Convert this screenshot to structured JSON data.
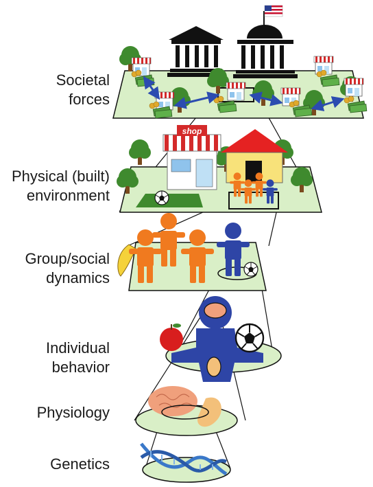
{
  "levels": [
    {
      "line1": "Societal",
      "line2": "forces"
    },
    {
      "line1": "Physical (built)",
      "line2": "environment"
    },
    {
      "line1": "Group/social",
      "line2": "dynamics"
    },
    {
      "line1": "Individual",
      "line2": "behavior"
    },
    {
      "line1": "Physiology"
    },
    {
      "line1": "Genetics"
    }
  ],
  "shop_sign": "shop",
  "colors": {
    "platform_fill": "#d9efc7",
    "platform_stroke": "#111111",
    "orange_person": "#f07a1f",
    "blue_person": "#2e45a6",
    "tree_green": "#3f8a2e",
    "trunk_brown": "#7a4a1e",
    "roof_red": "#e52222",
    "wall_yellow": "#f8e27a",
    "awning_red": "#d42a2a",
    "money_green": "#4f9a3c",
    "coin_gold": "#e0a92c",
    "brain_pink": "#f0a07c",
    "dna_blue": "#3a78c9",
    "arrow_blue": "#2c4cb0"
  }
}
